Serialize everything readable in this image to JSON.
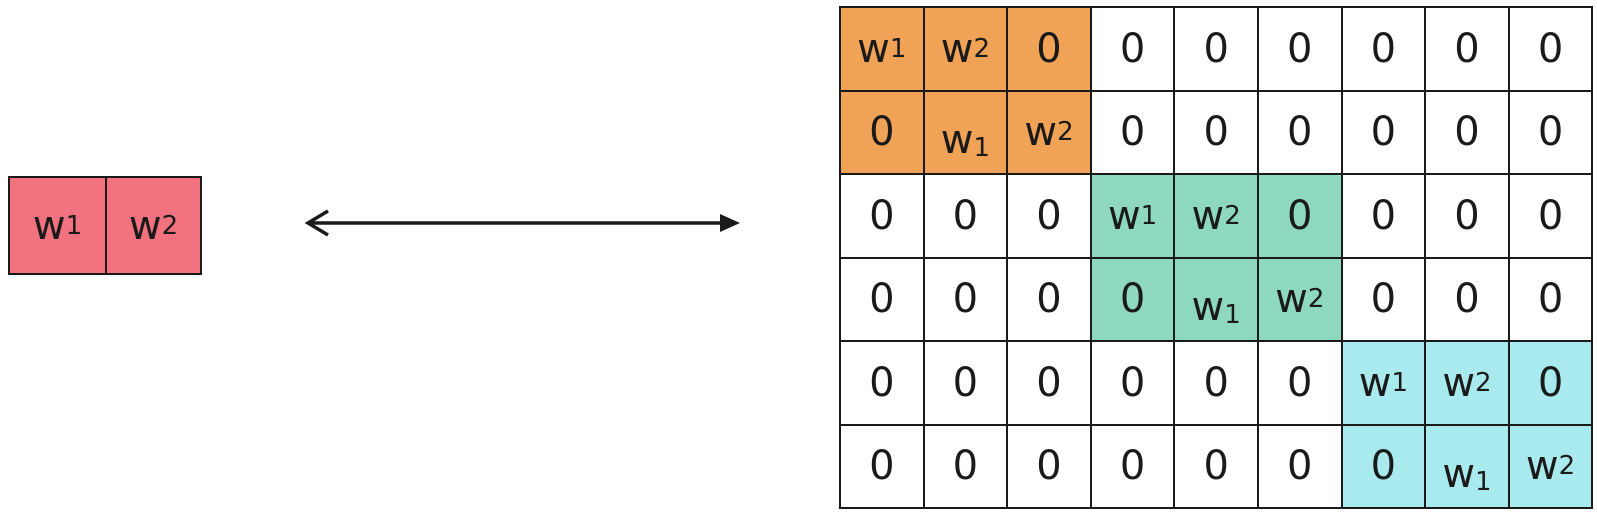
{
  "colors": {
    "kernel": "#f2737f",
    "block1": "#f0a356",
    "block2": "#8fd8c0",
    "block3": "#a9eaee",
    "plain": "#ffffff"
  },
  "kernel": {
    "cells": [
      {
        "base": "w",
        "sub": "1"
      },
      {
        "base": "w",
        "sub": "2"
      }
    ]
  },
  "arrow": {
    "type": "double-headed"
  },
  "matrix": {
    "rows": [
      [
        {
          "base": "w",
          "sub": "1",
          "fill": "block1"
        },
        {
          "base": "w",
          "sub": "2",
          "fill": "block1"
        },
        {
          "base": "0",
          "sub": "",
          "fill": "block1"
        },
        {
          "base": "0",
          "sub": "",
          "fill": "plain"
        },
        {
          "base": "0",
          "sub": "",
          "fill": "plain"
        },
        {
          "base": "0",
          "sub": "",
          "fill": "plain"
        },
        {
          "base": "0",
          "sub": "",
          "fill": "plain"
        },
        {
          "base": "0",
          "sub": "",
          "fill": "plain"
        },
        {
          "base": "0",
          "sub": "",
          "fill": "plain"
        }
      ],
      [
        {
          "base": "0",
          "sub": "",
          "fill": "block1"
        },
        {
          "base": "w",
          "sub": "1",
          "fill": "block1"
        },
        {
          "base": "w",
          "sub": "2",
          "fill": "block1"
        },
        {
          "base": "0",
          "sub": "",
          "fill": "plain"
        },
        {
          "base": "0",
          "sub": "",
          "fill": "plain"
        },
        {
          "base": "0",
          "sub": "",
          "fill": "plain"
        },
        {
          "base": "0",
          "sub": "",
          "fill": "plain"
        },
        {
          "base": "0",
          "sub": "",
          "fill": "plain"
        },
        {
          "base": "0",
          "sub": "",
          "fill": "plain"
        }
      ],
      [
        {
          "base": "0",
          "sub": "",
          "fill": "plain"
        },
        {
          "base": "0",
          "sub": "",
          "fill": "plain"
        },
        {
          "base": "0",
          "sub": "",
          "fill": "plain"
        },
        {
          "base": "w",
          "sub": "1",
          "fill": "block2"
        },
        {
          "base": "w",
          "sub": "2",
          "fill": "block2"
        },
        {
          "base": "0",
          "sub": "",
          "fill": "block2"
        },
        {
          "base": "0",
          "sub": "",
          "fill": "plain"
        },
        {
          "base": "0",
          "sub": "",
          "fill": "plain"
        },
        {
          "base": "0",
          "sub": "",
          "fill": "plain"
        }
      ],
      [
        {
          "base": "0",
          "sub": "",
          "fill": "plain"
        },
        {
          "base": "0",
          "sub": "",
          "fill": "plain"
        },
        {
          "base": "0",
          "sub": "",
          "fill": "plain"
        },
        {
          "base": "0",
          "sub": "",
          "fill": "block2"
        },
        {
          "base": "w",
          "sub": "1",
          "fill": "block2"
        },
        {
          "base": "w",
          "sub": "2",
          "fill": "block2"
        },
        {
          "base": "0",
          "sub": "",
          "fill": "plain"
        },
        {
          "base": "0",
          "sub": "",
          "fill": "plain"
        },
        {
          "base": "0",
          "sub": "",
          "fill": "plain"
        }
      ],
      [
        {
          "base": "0",
          "sub": "",
          "fill": "plain"
        },
        {
          "base": "0",
          "sub": "",
          "fill": "plain"
        },
        {
          "base": "0",
          "sub": "",
          "fill": "plain"
        },
        {
          "base": "0",
          "sub": "",
          "fill": "plain"
        },
        {
          "base": "0",
          "sub": "",
          "fill": "plain"
        },
        {
          "base": "0",
          "sub": "",
          "fill": "plain"
        },
        {
          "base": "w",
          "sub": "1",
          "fill": "block3"
        },
        {
          "base": "w",
          "sub": "2",
          "fill": "block3"
        },
        {
          "base": "0",
          "sub": "",
          "fill": "block3"
        }
      ],
      [
        {
          "base": "0",
          "sub": "",
          "fill": "plain"
        },
        {
          "base": "0",
          "sub": "",
          "fill": "plain"
        },
        {
          "base": "0",
          "sub": "",
          "fill": "plain"
        },
        {
          "base": "0",
          "sub": "",
          "fill": "plain"
        },
        {
          "base": "0",
          "sub": "",
          "fill": "plain"
        },
        {
          "base": "0",
          "sub": "",
          "fill": "plain"
        },
        {
          "base": "0",
          "sub": "",
          "fill": "block3"
        },
        {
          "base": "w",
          "sub": "1",
          "fill": "block3"
        },
        {
          "base": "w",
          "sub": "2",
          "fill": "block3"
        }
      ]
    ]
  }
}
